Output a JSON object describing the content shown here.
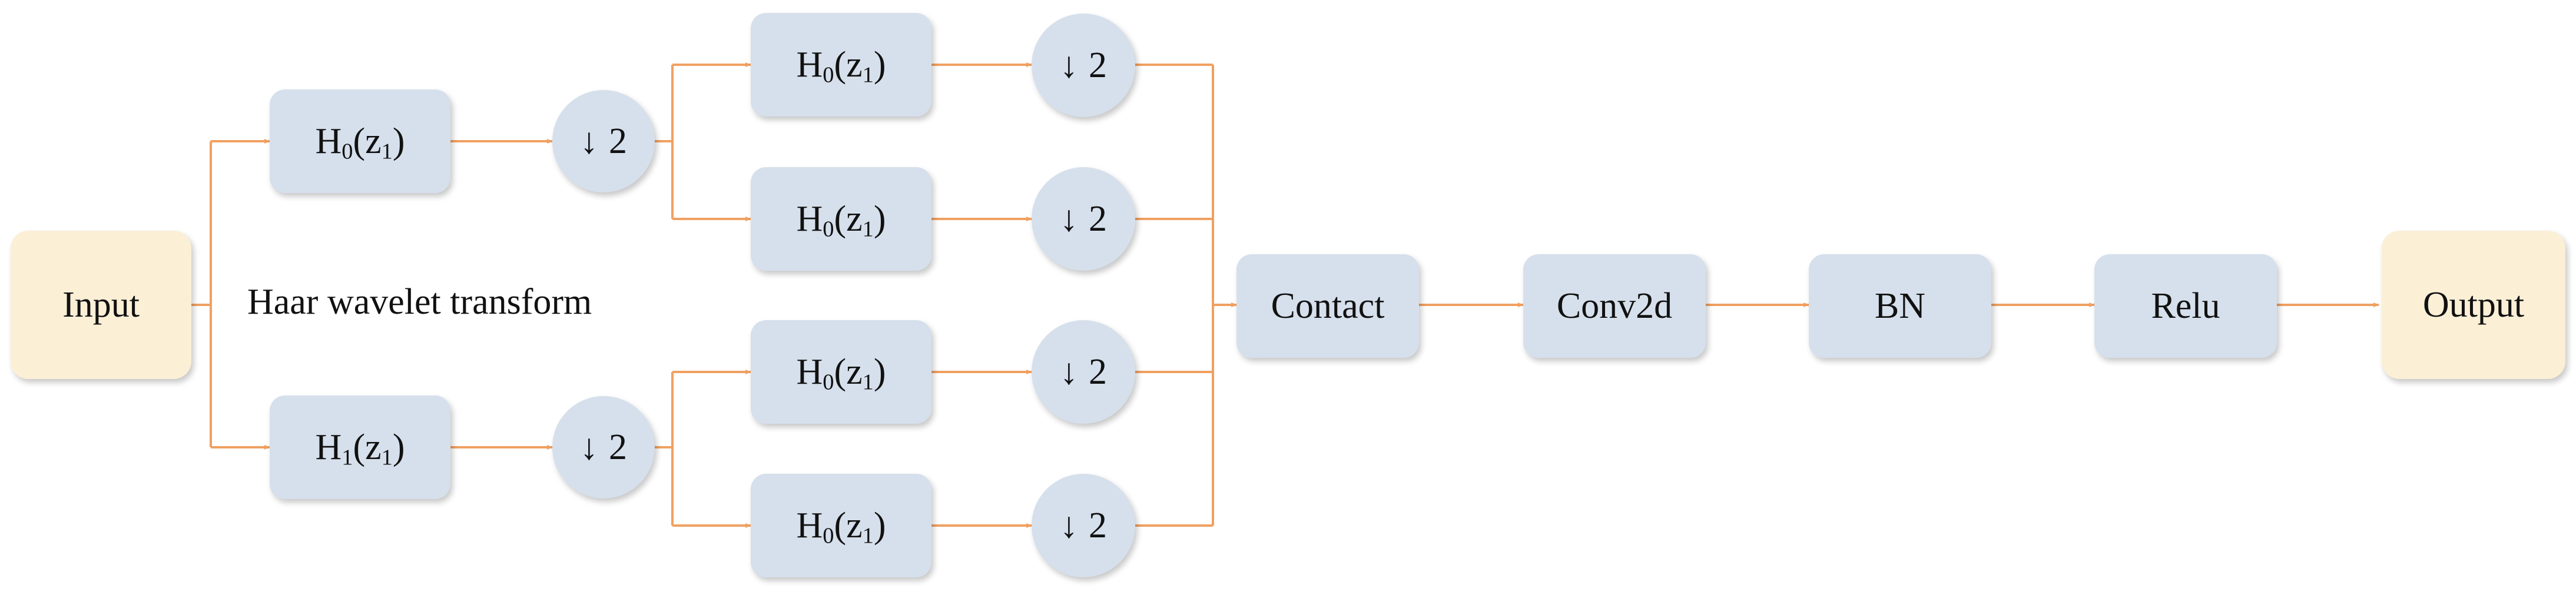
{
  "input": {
    "label": "Input"
  },
  "output": {
    "label": "Output"
  },
  "transform_label": "Haar wavelet transform",
  "level1": [
    {
      "filter_base": "H",
      "filter_idx": "0",
      "filter_var": "(z",
      "filter_var_idx": "1",
      "filter_close": ")",
      "down_arrow": "↓",
      "down_factor": "2"
    },
    {
      "filter_base": "H",
      "filter_idx": "1",
      "filter_var": "(z",
      "filter_var_idx": "1",
      "filter_close": ")",
      "down_arrow": "↓",
      "down_factor": "2"
    }
  ],
  "level2": [
    {
      "filter_base": "H",
      "filter_idx": "0",
      "filter_var": "(z",
      "filter_var_idx": "1",
      "filter_close": ")",
      "down_arrow": "↓",
      "down_factor": "2"
    },
    {
      "filter_base": "H",
      "filter_idx": "0",
      "filter_var": "(z",
      "filter_var_idx": "1",
      "filter_close": ")",
      "down_arrow": "↓",
      "down_factor": "2"
    },
    {
      "filter_base": "H",
      "filter_idx": "0",
      "filter_var": "(z",
      "filter_var_idx": "1",
      "filter_close": ")",
      "down_arrow": "↓",
      "down_factor": "2"
    },
    {
      "filter_base": "H",
      "filter_idx": "0",
      "filter_var": "(z",
      "filter_var_idx": "1",
      "filter_close": ")",
      "down_arrow": "↓",
      "down_factor": "2"
    }
  ],
  "pipeline": [
    "Contact",
    "Conv2d",
    "BN",
    "Relu"
  ],
  "colors": {
    "box_fill": "#d6e0ec",
    "io_fill": "#fbefd6",
    "wire": "#f0a060"
  }
}
